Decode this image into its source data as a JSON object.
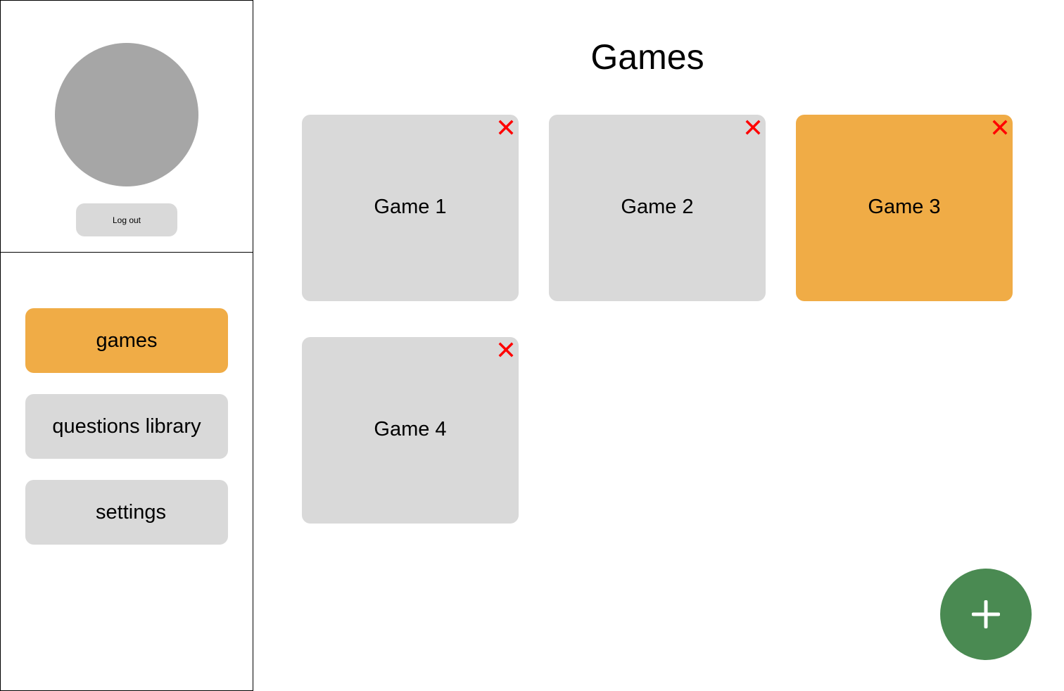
{
  "sidebar": {
    "logout_label": "Log out",
    "nav_items": [
      {
        "label": "games",
        "active": true
      },
      {
        "label": "questions library",
        "active": false
      },
      {
        "label": "settings",
        "active": false
      }
    ]
  },
  "main": {
    "title": "Games",
    "games": [
      {
        "name": "Game 1",
        "selected": false
      },
      {
        "name": "Game 2",
        "selected": false
      },
      {
        "name": "Game 3",
        "selected": true
      },
      {
        "name": "Game 4",
        "selected": false
      }
    ]
  },
  "colors": {
    "accent": "#f0ac46",
    "card": "#d9d9d9",
    "avatar": "#a6a6a6",
    "delete": "#ff0000",
    "add_button": "#4a8a52"
  },
  "icons": {
    "delete": "close-icon",
    "add": "plus-icon"
  }
}
